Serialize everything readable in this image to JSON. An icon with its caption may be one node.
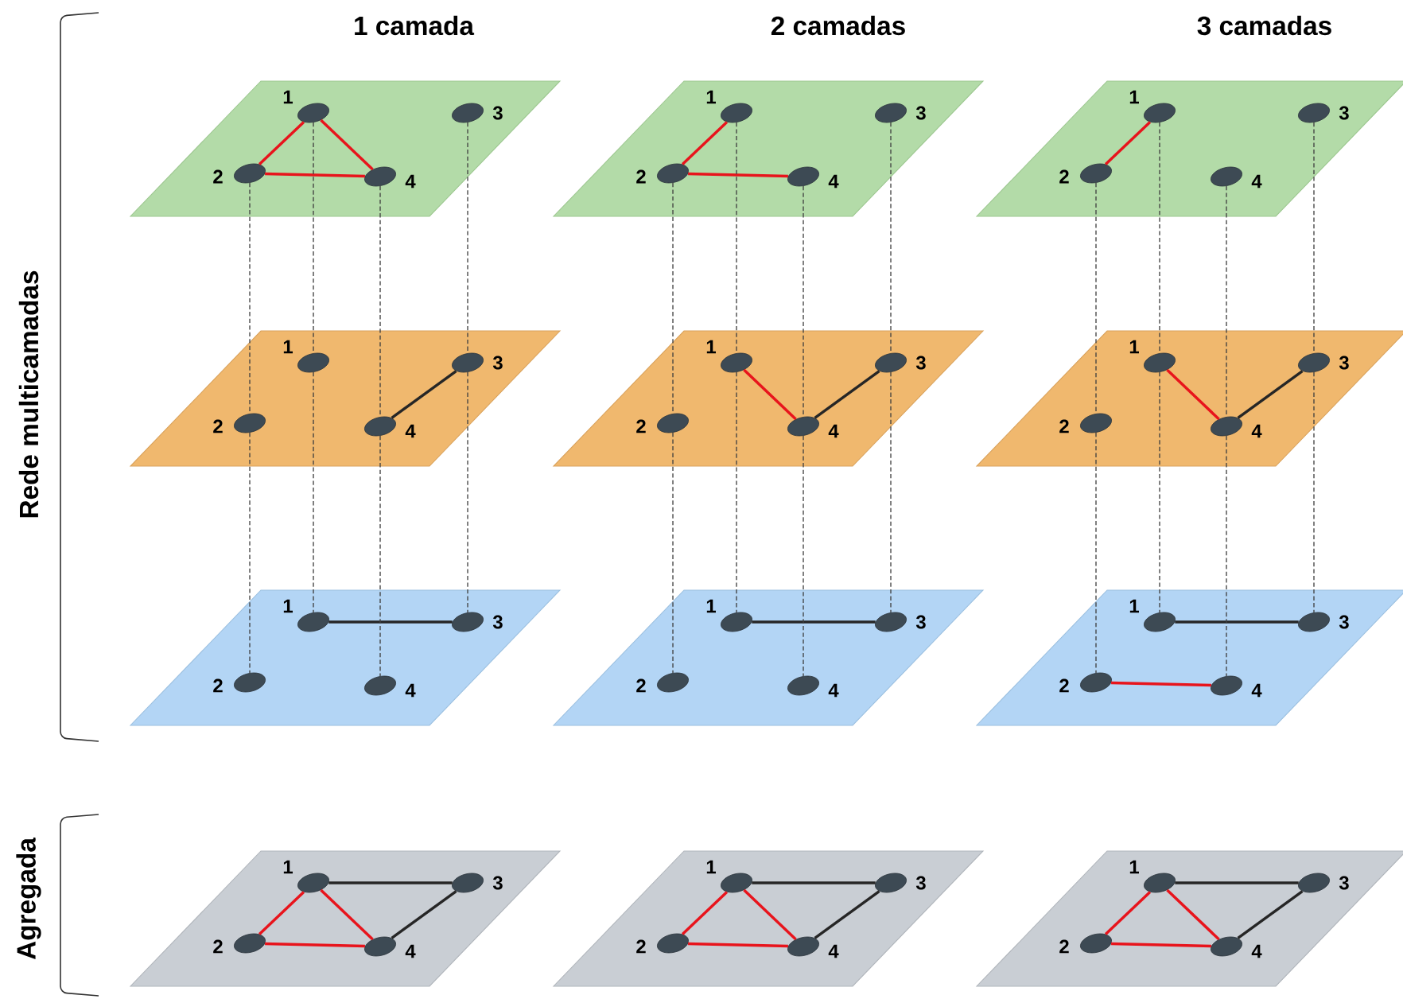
{
  "diagram": {
    "nodes": [
      {
        "text": [],
        "shape": "plane"
      },
      {
        "text": [],
        "shape": "ellipse",
        "in": 0,
        "beside": [
          "1"
        ]
      },
      {
        "text": [],
        "shape": "ellipse",
        "in": 0,
        "beside": [
          "2"
        ]
      },
      {
        "text": [],
        "shape": "ellipse",
        "in": 0,
        "beside": [
          "3"
        ]
      },
      {
        "text": [],
        "shape": "ellipse",
        "in": 0,
        "beside": [
          "4"
        ]
      },
      {
        "text": [],
        "shape": "plane"
      },
      {
        "text": [],
        "shape": "ellipse",
        "in": 5,
        "beside": [
          "1"
        ]
      },
      {
        "text": [],
        "shape": "ellipse",
        "in": 5,
        "beside": [
          "2"
        ]
      },
      {
        "text": [],
        "shape": "ellipse",
        "in": 5,
        "beside": [
          "3"
        ]
      },
      {
        "text": [],
        "shape": "ellipse",
        "in": 5,
        "beside": [
          "4"
        ]
      },
      {
        "text": [],
        "shape": "plane"
      },
      {
        "text": [],
        "shape": "ellipse",
        "in": 10,
        "beside": [
          "1"
        ]
      },
      {
        "text": [],
        "shape": "ellipse",
        "in": 10,
        "beside": [
          "2"
        ]
      },
      {
        "text": [],
        "shape": "ellipse",
        "in": 10,
        "beside": [
          "3"
        ]
      },
      {
        "text": [],
        "shape": "ellipse",
        "in": 10,
        "beside": [
          "4"
        ]
      },
      {
        "text": [],
        "shape": "plane"
      },
      {
        "text": [],
        "shape": "ellipse",
        "in": 15,
        "beside": [
          "1"
        ]
      },
      {
        "text": [],
        "shape": "ellipse",
        "in": 15,
        "beside": [
          "2"
        ]
      },
      {
        "text": [],
        "shape": "ellipse",
        "in": 15,
        "beside": [
          "3"
        ]
      },
      {
        "text": [],
        "shape": "ellipse",
        "in": 15,
        "beside": [
          "4"
        ]
      },
      {
        "text": [],
        "shape": "plane"
      },
      {
        "text": [],
        "shape": "ellipse",
        "in": 20,
        "beside": [
          "1"
        ]
      },
      {
        "text": [],
        "shape": "ellipse",
        "in": 20,
        "beside": [
          "2"
        ]
      },
      {
        "text": [],
        "shape": "ellipse",
        "in": 20,
        "beside": [
          "3"
        ]
      },
      {
        "text": [],
        "shape": "ellipse",
        "in": 20,
        "beside": [
          "4"
        ]
      },
      {
        "text": [],
        "shape": "plane"
      },
      {
        "text": [],
        "shape": "ellipse",
        "in": 25,
        "beside": [
          "1"
        ]
      },
      {
        "text": [],
        "shape": "ellipse",
        "in": 25,
        "beside": [
          "2"
        ]
      },
      {
        "text": [],
        "shape": "ellipse",
        "in": 25,
        "beside": [
          "3"
        ]
      },
      {
        "text": [],
        "shape": "ellipse",
        "in": 25,
        "beside": [
          "4"
        ]
      },
      {
        "text": [],
        "shape": "plane"
      },
      {
        "text": [],
        "shape": "ellipse",
        "in": 30,
        "beside": [
          "1"
        ]
      },
      {
        "text": [],
        "shape": "ellipse",
        "in": 30,
        "beside": [
          "2"
        ]
      },
      {
        "text": [],
        "shape": "ellipse",
        "in": 30,
        "beside": [
          "3"
        ]
      },
      {
        "text": [],
        "shape": "ellipse",
        "in": 30,
        "beside": [
          "4"
        ]
      },
      {
        "text": [],
        "shape": "plane"
      },
      {
        "text": [],
        "shape": "ellipse",
        "in": 35,
        "beside": [
          "1"
        ]
      },
      {
        "text": [],
        "shape": "ellipse",
        "in": 35,
        "beside": [
          "2"
        ]
      },
      {
        "text": [],
        "shape": "ellipse",
        "in": 35,
        "beside": [
          "3"
        ]
      },
      {
        "text": [],
        "shape": "ellipse",
        "in": 35,
        "beside": [
          "4"
        ]
      },
      {
        "text": [],
        "shape": "plane"
      },
      {
        "text": [],
        "shape": "ellipse",
        "in": 40,
        "beside": [
          "1"
        ]
      },
      {
        "text": [],
        "shape": "ellipse",
        "in": 40,
        "beside": [
          "2"
        ]
      },
      {
        "text": [],
        "shape": "ellipse",
        "in": 40,
        "beside": [
          "3"
        ]
      },
      {
        "text": [],
        "shape": "ellipse",
        "in": 40,
        "beside": [
          "4"
        ]
      },
      {
        "text": [],
        "shape": "plane"
      },
      {
        "text": [],
        "shape": "ellipse",
        "in": 45,
        "beside": [
          "1"
        ]
      },
      {
        "text": [],
        "shape": "ellipse",
        "in": 45,
        "beside": [
          "2"
        ]
      },
      {
        "text": [],
        "shape": "ellipse",
        "in": 45,
        "beside": [
          "3"
        ]
      },
      {
        "text": [],
        "shape": "ellipse",
        "in": 45,
        "beside": [
          "4"
        ]
      },
      {
        "text": [],
        "shape": "plane"
      },
      {
        "text": [],
        "shape": "ellipse",
        "in": 50,
        "beside": [
          "1"
        ]
      },
      {
        "text": [],
        "shape": "ellipse",
        "in": 50,
        "beside": [
          "2"
        ]
      },
      {
        "text": [],
        "shape": "ellipse",
        "in": 50,
        "beside": [
          "3"
        ]
      },
      {
        "text": [],
        "shape": "ellipse",
        "in": 50,
        "beside": [
          "4"
        ]
      },
      {
        "text": [],
        "shape": "plane"
      },
      {
        "text": [],
        "shape": "ellipse",
        "in": 55,
        "beside": [
          "1"
        ]
      },
      {
        "text": [],
        "shape": "ellipse",
        "in": 55,
        "beside": [
          "2"
        ]
      },
      {
        "text": [],
        "shape": "ellipse",
        "in": 55,
        "beside": [
          "3"
        ]
      },
      {
        "text": [],
        "shape": "ellipse",
        "in": 55,
        "beside": [
          "4"
        ]
      }
    ],
    "edges": [
      {
        "from": 1,
        "to": 2,
        "arrow": "none",
        "color": "#e8141c"
      },
      {
        "from": 1,
        "to": 4,
        "arrow": "none",
        "color": "#e8141c"
      },
      {
        "from": 2,
        "to": 4,
        "arrow": "none",
        "color": "#e8141c"
      },
      {
        "from": 6,
        "to": 7,
        "arrow": "none",
        "color": "#e8141c"
      },
      {
        "from": 7,
        "to": 9,
        "arrow": "none",
        "color": "#e8141c"
      },
      {
        "from": 11,
        "to": 12,
        "arrow": "none",
        "color": "#e8141c"
      },
      {
        "from": 18,
        "to": 19,
        "arrow": "none"
      },
      {
        "from": 21,
        "to": 24,
        "arrow": "none",
        "color": "#e8141c"
      },
      {
        "from": 23,
        "to": 24,
        "arrow": "none"
      },
      {
        "from": 26,
        "to": 29,
        "arrow": "none",
        "color": "#e8141c"
      },
      {
        "from": 28,
        "to": 29,
        "arrow": "none"
      },
      {
        "from": 31,
        "to": 33,
        "arrow": "none"
      },
      {
        "from": 36,
        "to": 38,
        "arrow": "none"
      },
      {
        "from": 41,
        "to": 43,
        "arrow": "none"
      },
      {
        "from": 42,
        "to": 44,
        "arrow": "none",
        "color": "#e8141c"
      },
      {
        "from": 46,
        "to": 47,
        "arrow": "none",
        "color": "#e8141c"
      },
      {
        "from": 46,
        "to": 49,
        "arrow": "none",
        "color": "#e8141c"
      },
      {
        "from": 47,
        "to": 49,
        "arrow": "none",
        "color": "#e8141c"
      },
      {
        "from": 46,
        "to": 48,
        "arrow": "none"
      },
      {
        "from": 48,
        "to": 49,
        "arrow": "none"
      },
      {
        "from": 51,
        "to": 52,
        "arrow": "none",
        "color": "#e8141c"
      },
      {
        "from": 51,
        "to": 54,
        "arrow": "none",
        "color": "#e8141c"
      },
      {
        "from": 52,
        "to": 54,
        "arrow": "none",
        "color": "#e8141c"
      },
      {
        "from": 51,
        "to": 53,
        "arrow": "none"
      },
      {
        "from": 53,
        "to": 54,
        "arrow": "none"
      },
      {
        "from": 56,
        "to": 57,
        "arrow": "none",
        "color": "#e8141c"
      },
      {
        "from": 56,
        "to": 59,
        "arrow": "none",
        "color": "#e8141c"
      },
      {
        "from": 57,
        "to": 59,
        "arrow": "none",
        "color": "#e8141c"
      },
      {
        "from": 56,
        "to": 58,
        "arrow": "none"
      },
      {
        "from": 58,
        "to": 59,
        "arrow": "none"
      },
      {
        "from": 1,
        "to": 16,
        "arrow": "none",
        "style": "dashed"
      },
      {
        "from": 2,
        "to": 17,
        "arrow": "none",
        "style": "dashed"
      },
      {
        "from": 3,
        "to": 18,
        "arrow": "none",
        "style": "dashed"
      },
      {
        "from": 4,
        "to": 19,
        "arrow": "none",
        "style": "dashed"
      },
      {
        "from": 6,
        "to": 21,
        "arrow": "none",
        "style": "dashed"
      },
      {
        "from": 7,
        "to": 22,
        "arrow": "none",
        "style": "dashed"
      },
      {
        "from": 8,
        "to": 23,
        "arrow": "none",
        "style": "dashed"
      },
      {
        "from": 9,
        "to": 24,
        "arrow": "none",
        "style": "dashed"
      },
      {
        "from": 11,
        "to": 26,
        "arrow": "none",
        "style": "dashed"
      },
      {
        "from": 12,
        "to": 27,
        "arrow": "none",
        "style": "dashed"
      },
      {
        "from": 13,
        "to": 28,
        "arrow": "none",
        "style": "dashed"
      },
      {
        "from": 14,
        "to": 29,
        "arrow": "none",
        "style": "dashed"
      },
      {
        "from": 16,
        "to": 31,
        "arrow": "none",
        "style": "dashed"
      },
      {
        "from": 17,
        "to": 32,
        "arrow": "none",
        "style": "dashed"
      },
      {
        "from": 18,
        "to": 33,
        "arrow": "none",
        "style": "dashed"
      },
      {
        "from": 19,
        "to": 34,
        "arrow": "none",
        "style": "dashed"
      },
      {
        "from": 21,
        "to": 36,
        "arrow": "none",
        "style": "dashed"
      },
      {
        "from": 22,
        "to": 37,
        "arrow": "none",
        "style": "dashed"
      },
      {
        "from": 23,
        "to": 38,
        "arrow": "none",
        "style": "dashed"
      },
      {
        "from": 24,
        "to": 39,
        "arrow": "none",
        "style": "dashed"
      },
      {
        "from": 26,
        "to": 41,
        "arrow": "none",
        "style": "dashed"
      },
      {
        "from": 27,
        "to": 42,
        "arrow": "none",
        "style": "dashed"
      },
      {
        "from": 28,
        "to": 43,
        "arrow": "none",
        "style": "dashed"
      },
      {
        "from": 29,
        "to": 44,
        "arrow": "none",
        "style": "dashed"
      }
    ],
    "labels": [
      "1 camada",
      "2 camadas",
      "3 camadas",
      "Rede multicamadas",
      "Agregada"
    ]
  }
}
